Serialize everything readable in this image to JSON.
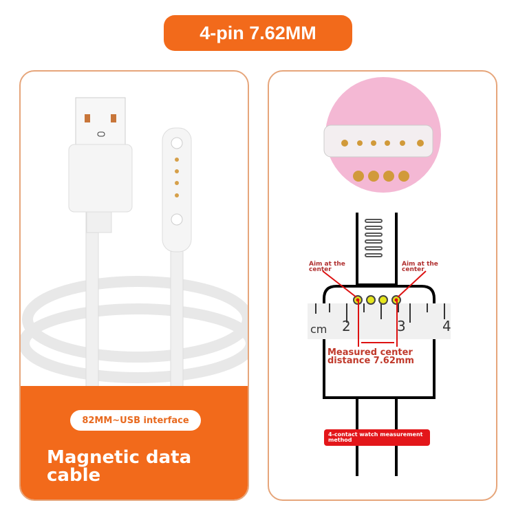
{
  "title": "4-pin 7.62MM",
  "left_panel": {
    "interface_label": "82MM~USB interface",
    "caption": "Magnetic data cable"
  },
  "right_panel": {
    "aim_left": "Aim at the center",
    "aim_right": "Aim at the center",
    "ruler_unit": "cm",
    "ruler_ticks": [
      "2",
      "3",
      "4"
    ],
    "measured": "Measured center distance 7.62mm",
    "method_label": "4-contact watch measurement method"
  },
  "colors": {
    "accent": "#f26a1b",
    "border": "#e6a57a",
    "label_red": "#e3161a"
  }
}
